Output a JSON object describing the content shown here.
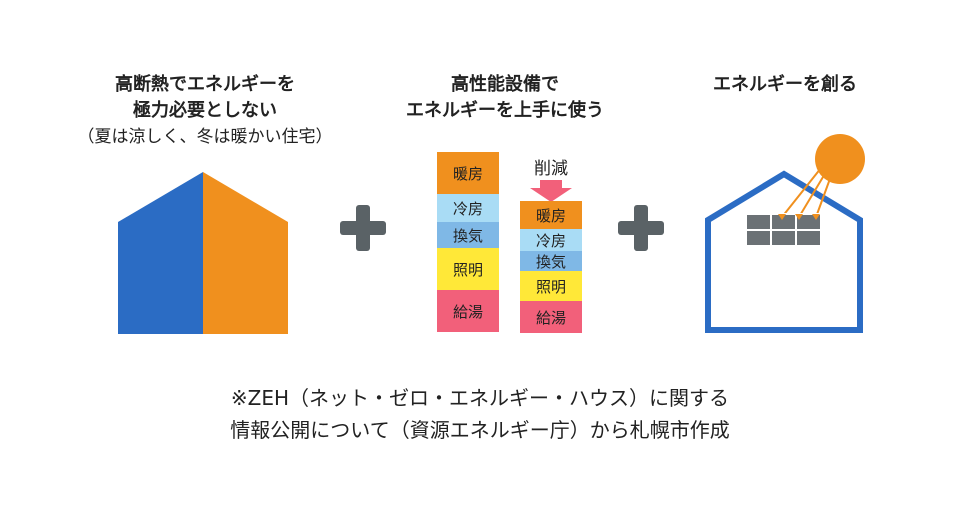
{
  "columns": [
    {
      "heading_lines": [
        "高断熱でエネルギーを",
        "極力必要としない"
      ],
      "subtext": "（夏は涼しく、冬は暖かい住宅）"
    },
    {
      "heading_lines": [
        "高性能設備で",
        "エネルギーを上手に使う"
      ],
      "before_stack": [
        "暖房",
        "冷房",
        "換気",
        "照明",
        "給湯"
      ],
      "reduction_label": "削減",
      "after_stack": [
        "暖房",
        "冷房",
        "換気",
        "照明",
        "給湯"
      ]
    },
    {
      "heading_lines": [
        "エネルギーを創る"
      ]
    }
  ],
  "footer_lines": [
    "※ZEH（ネット・ゼロ・エネルギー・ハウス）に関する",
    "情報公開について（資源エネルギー庁）から札幌市作成"
  ],
  "colors": {
    "house_left": "#2b6cc4",
    "house_right": "#f0901e",
    "heating": "#f0901e",
    "cooling": "#a9dcf5",
    "ventilation": "#7fb8e6",
    "lighting": "#ffe838",
    "hot_water": "#f2607a",
    "arrow": "#f2607a",
    "plus": "#5a6266",
    "sun": "#f0901e",
    "house_outline": "#2b6cc4",
    "panel": "#6b7175"
  },
  "icons": [
    "plus-icon",
    "sun-icon",
    "solar-panel-icon",
    "house-icon",
    "down-arrow-icon"
  ]
}
